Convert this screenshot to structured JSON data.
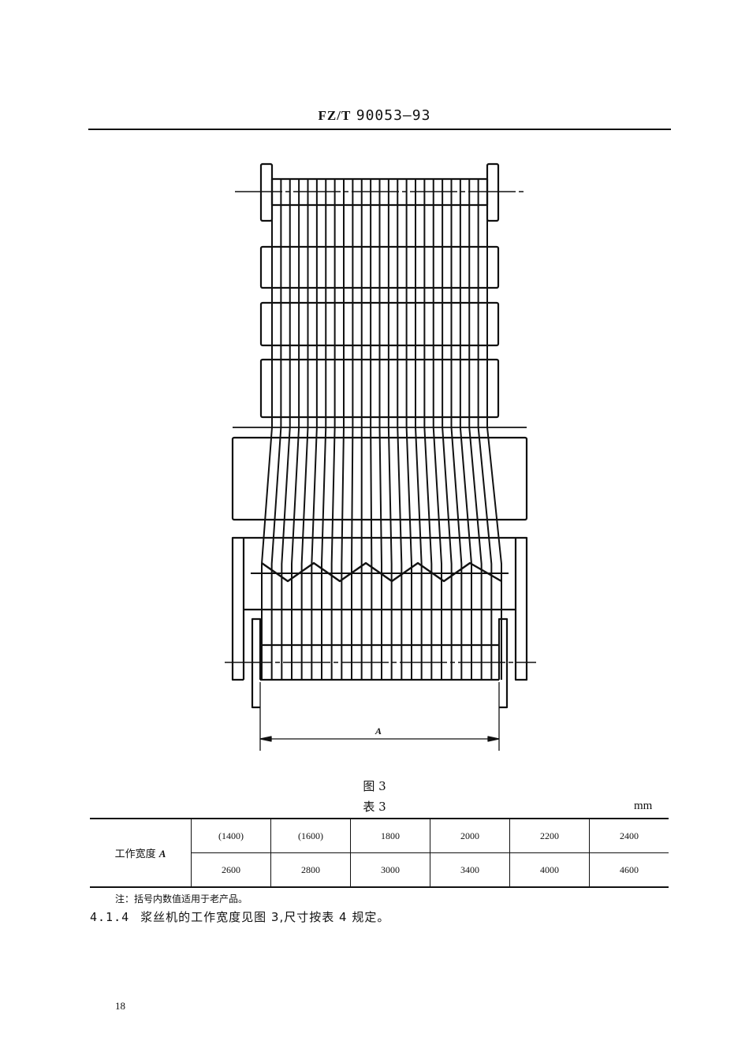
{
  "header": {
    "standard_prefix": "FZ/T",
    "standard_number": "90053—93"
  },
  "figure": {
    "caption": "图 3",
    "dimension_label": "A",
    "warp_line_count": 24
  },
  "table": {
    "caption": "表 3",
    "unit": "mm",
    "row_label": "工作宽度",
    "row_label_var": "A",
    "rows": [
      [
        "(1400)",
        "(1600)",
        "1800",
        "2000",
        "2200",
        "2400"
      ],
      [
        "2600",
        "2800",
        "3000",
        "3400",
        "4000",
        "4600"
      ]
    ]
  },
  "note": "注：括号内数值适用于老产品。",
  "clause": {
    "number": "4.1.4",
    "text": "浆丝机的工作宽度见图 3,尺寸按表 4 规定。"
  },
  "page_number": "18"
}
